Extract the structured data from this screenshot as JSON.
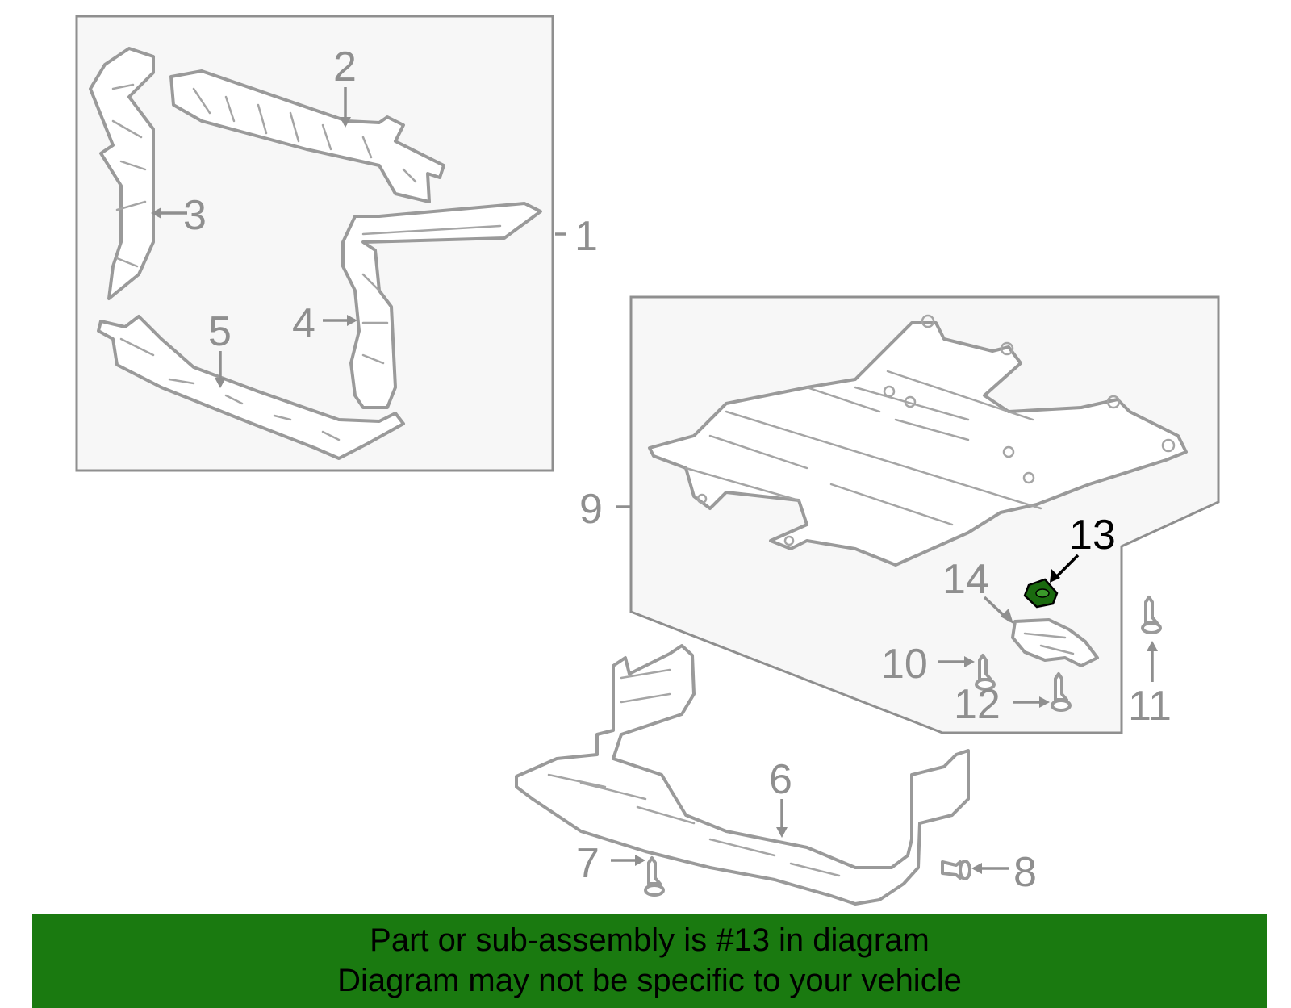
{
  "diagram": {
    "callouts": [
      "1",
      "2",
      "3",
      "4",
      "5",
      "6",
      "7",
      "8",
      "9",
      "10",
      "11",
      "12",
      "13",
      "14"
    ],
    "highlighted_part": "13",
    "colors": {
      "line": "#9a9a9a",
      "highlight": "#1a6a0f",
      "banner": "#1a7a10",
      "box_fill": "#f7f7f7"
    }
  },
  "banner": {
    "line1": "Part or sub-assembly is #13 in diagram",
    "line2": "Diagram may not be specific to your vehicle"
  }
}
